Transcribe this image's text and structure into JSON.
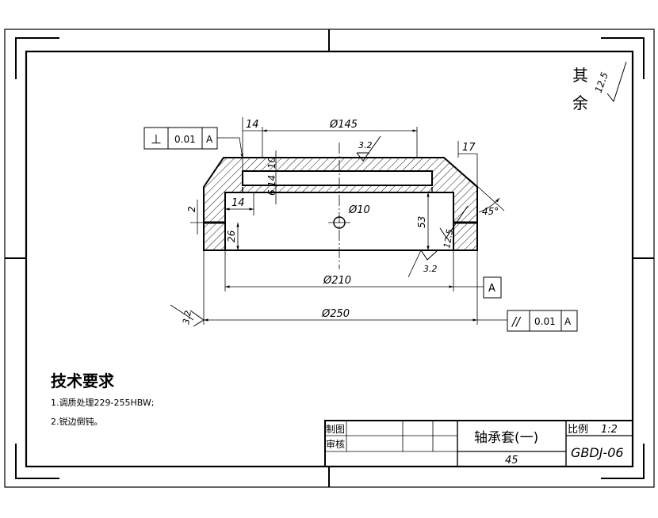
{
  "title_block": {
    "part_name": "轴承套(一)",
    "material": "45",
    "scale_label": "比例",
    "scale_value": "1:2",
    "drawing_number": "GBDJ-06",
    "drawn_label": "制图",
    "checked_label": "审核"
  },
  "tech_requirements": {
    "heading": "技术要求",
    "items": [
      "1.调质处理229-255HBW;",
      "2.锐边倒钝。"
    ]
  },
  "roughness_note": {
    "label_top": "其",
    "label_bottom": "余",
    "value": "12.5"
  },
  "dimensions": {
    "d145": "Ø145",
    "d210": "Ø210",
    "d250": "Ø250",
    "d10": "Ø10",
    "w14_top": "14",
    "w14_inner": "14",
    "h10": "10",
    "h14": "14",
    "h6": "6",
    "h2": "2",
    "h26": "26",
    "h53": "53",
    "w17": "17",
    "angle": "45°",
    "ra_top": "3.2",
    "ra_bottom": "3.2",
    "ra_left": "3.2",
    "ra_right": "12.5"
  },
  "tolerances": {
    "perpendicularity": {
      "symbol": "⊥",
      "value": "0.01",
      "datum": "A"
    },
    "parallelism": {
      "symbol": "//",
      "value": "0.01",
      "datum": "A"
    },
    "datum_label": "A"
  }
}
